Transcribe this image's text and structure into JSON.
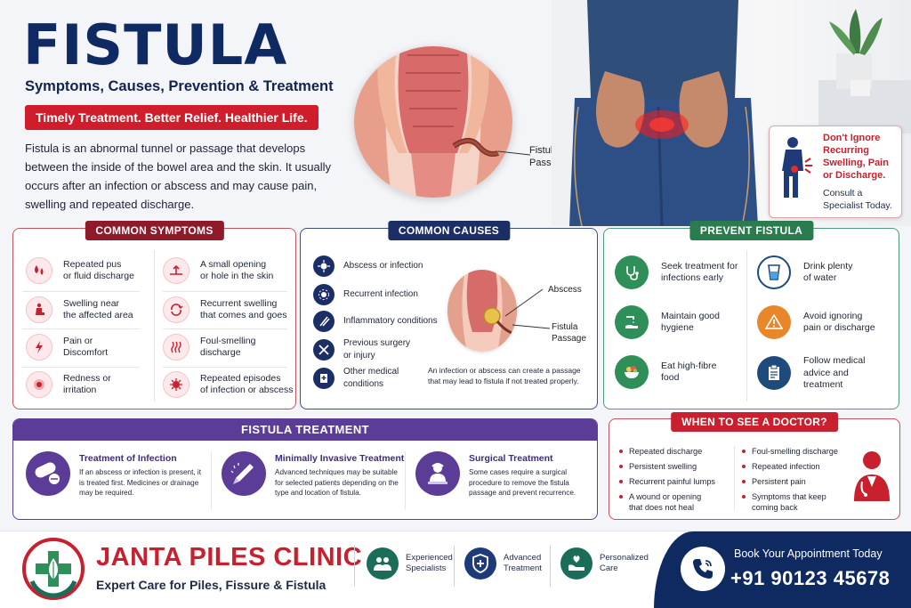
{
  "header": {
    "title": "FISTULA",
    "subtitle": "Symptoms, Causes, Prevention & Treatment",
    "tagline": "Timely Treatment. Better Relief. Healthier Life.",
    "intro": "Fistula is an abnormal tunnel or passage that develops between the inside of the bowel area and the skin. It usually occurs after an infection or abscess and may cause pain, swelling and repeated discharge."
  },
  "diagram": {
    "label_line1": "Fistula",
    "label_line2": "Passage"
  },
  "alert": {
    "headline_line1": "Don't Ignore",
    "headline_line2": "Recurring",
    "headline_line3": "Swelling, Pain",
    "headline_line4": "or Discharge.",
    "sub_line1": "Consult a",
    "sub_line2": "Specialist Today."
  },
  "symptoms": {
    "title": "COMMON SYMPTOMS",
    "items": [
      {
        "l1": "Repeated pus",
        "l2": "or fluid discharge",
        "icon": "drops-icon"
      },
      {
        "l1": "A small opening",
        "l2": "or hole in the skin",
        "icon": "skin-opening-icon"
      },
      {
        "l1": "Swelling near",
        "l2": "the affected area",
        "icon": "sitting-person-icon"
      },
      {
        "l1": "Recurrent swelling",
        "l2": "that comes and goes",
        "icon": "recurrence-icon"
      },
      {
        "l1": "Pain or",
        "l2": "Discomfort",
        "icon": "pain-bolt-icon"
      },
      {
        "l1": "Foul-smelling",
        "l2": "discharge",
        "icon": "odor-icon"
      },
      {
        "l1": "Redness or",
        "l2": "irritation",
        "icon": "redness-icon"
      },
      {
        "l1": "Repeated episodes",
        "l2": "of infection or abscess",
        "icon": "germ-icon"
      }
    ]
  },
  "causes": {
    "title": "COMMON CAUSES",
    "items": [
      {
        "l1": "Abscess or infection",
        "l2": ""
      },
      {
        "l1": "Recurrent infection",
        "l2": ""
      },
      {
        "l1": "Inflammatory conditions",
        "l2": ""
      },
      {
        "l1": "Previous surgery",
        "l2": "or injury"
      },
      {
        "l1": "Other medical",
        "l2": "conditions"
      }
    ],
    "abscess_label": "Abscess",
    "fistula_label_l1": "Fistula",
    "fistula_label_l2": "Passage",
    "note": "An infection or abscess can create a passage that may lead to fistula if not treated properly."
  },
  "prevent": {
    "title": "PREVENT FISTULA",
    "items": [
      {
        "l1": "Seek treatment for",
        "l2": "infections early",
        "color": "#2f8f58"
      },
      {
        "l1": "Drink plenty",
        "l2": "of water",
        "color": "#1f4a7c"
      },
      {
        "l1": "Maintain good",
        "l2": "hygiene",
        "color": "#2f8f58"
      },
      {
        "l1": "Avoid ignoring",
        "l2": "pain or discharge",
        "color": "#e8872a"
      },
      {
        "l1": "Eat high-fibre",
        "l2": "food",
        "color": "#2f8f58"
      },
      {
        "l1": "Follow medical",
        "l2": "advice and",
        "l3": "treatment",
        "color": "#1f4a7c"
      }
    ]
  },
  "treatment": {
    "title": "FISTULA TREATMENT",
    "items": [
      {
        "heading": "Treatment of Infection",
        "desc": "If an abscess or infection is present, it is treated first. Medicines or drainage may be required."
      },
      {
        "heading": "Minimally Invasive Treatment",
        "desc": "Advanced techniques may be suitable for selected patients depending on the type and location of fistula."
      },
      {
        "heading": "Surgical Treatment",
        "desc": "Some cases require a surgical procedure to remove the fistula passage and prevent recurrence."
      }
    ]
  },
  "doctor": {
    "title": "WHEN TO SEE A DOCTOR?",
    "left": [
      "Repeated discharge",
      "Persistent swelling",
      "Recurrent painful lumps",
      "A wound or opening that does not heal"
    ],
    "right": [
      "Foul-smelling discharge",
      "Repeated infection",
      "Persistent pain",
      "Symptoms that keep coming back"
    ]
  },
  "footer": {
    "clinic_name": "JANTA PILES CLINIC",
    "clinic_sub": "Expert Care for Piles, Fissure & Fistula",
    "features": [
      {
        "l1": "Experienced",
        "l2": "Specialists"
      },
      {
        "l1": "Advanced",
        "l2": "Treatment"
      },
      {
        "l1": "Personalized",
        "l2": "Care"
      }
    ],
    "book_label": "Book Your Appointment Today",
    "phone": "+91 90123 45678"
  },
  "colors": {
    "brand_navy": "#0f2a63",
    "accent_red": "#c8202e",
    "treatment_purple": "#5b3d97",
    "prevent_green": "#2a7b4d"
  }
}
